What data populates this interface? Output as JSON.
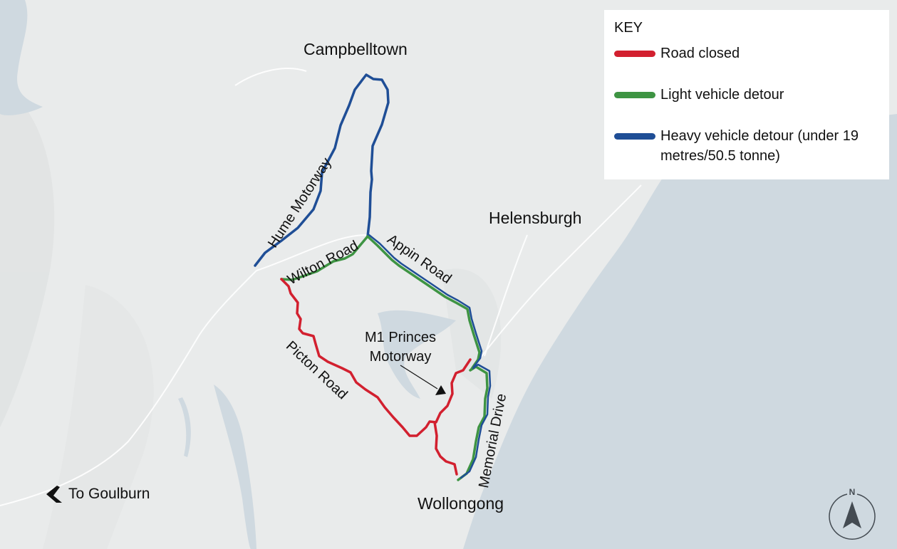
{
  "map": {
    "colors": {
      "land": "#e9ebeb",
      "water": "#cfd9e0",
      "road_closed": "#d2202f",
      "light_vehicle_detour": "#3e9443",
      "heavy_vehicle_detour": "#1f4e96",
      "text": "#111111"
    },
    "places": {
      "campbelltown": "Campbelltown",
      "helensburgh": "Helensburgh",
      "wollongong": "Wollongong"
    },
    "roads": {
      "hume_motorway": "Hume Motorway",
      "wilton_road": "Wilton Road",
      "appin_road": "Appin Road",
      "picton_road": "Picton Road",
      "memorial_drive": "Memorial Drive"
    },
    "annotation": {
      "m1_line1": "M1 Princes",
      "m1_line2": "Motorway"
    },
    "direction": {
      "label": "To Goulburn",
      "icon": "chevron-left-icon"
    },
    "compass": {
      "label": "N",
      "icon": "north-arrow-icon"
    }
  },
  "legend": {
    "title": "KEY",
    "items": [
      {
        "label": "Road closed",
        "color": "#d2202f"
      },
      {
        "label": "Light vehicle detour",
        "color": "#3e9443"
      },
      {
        "label": "Heavy vehicle detour (under 19 metres/50.5 tonne)",
        "color": "#1f4e96"
      }
    ]
  }
}
